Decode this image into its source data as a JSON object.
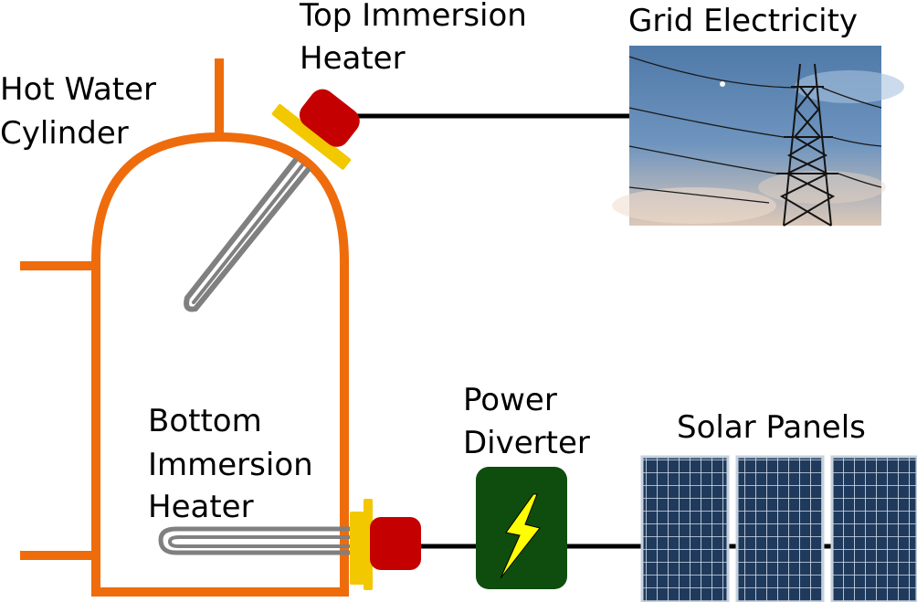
{
  "labels": {
    "hot_water_cylinder": [
      "Hot Water",
      "Cylinder"
    ],
    "top_heater": [
      "Top Immersion",
      "Heater"
    ],
    "grid": [
      "Grid Electricity"
    ],
    "bottom_heater": [
      "Bottom",
      "Immersion",
      "Heater"
    ],
    "diverter": [
      "Power",
      "Diverter"
    ],
    "solar": [
      "Solar Panels"
    ]
  },
  "colors": {
    "cylinder": "#ee6c0c",
    "heater_cap": "#c40000",
    "heater_flange": "#f2c800",
    "element": "#808080",
    "wire": "#000000",
    "diverter_body": "#0e4d0e",
    "lightning": "#ffff00",
    "panel_cell": "#1f3a5c",
    "panel_grid": "#d8e2ec",
    "sky_top": "#4f79a8",
    "sky_bottom": "#dcc8b8"
  },
  "icons": {
    "grid_photo": "power-pylon-photo",
    "diverter_symbol": "lightning-bolt-icon"
  }
}
